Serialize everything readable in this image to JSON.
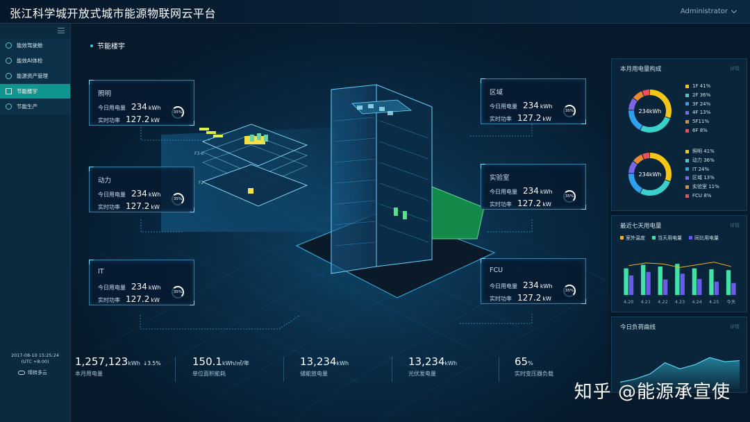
{
  "app_title": "张江科学城开放式城市能源物联网云平台",
  "user": "Administrator",
  "sidebar": {
    "items": [
      {
        "label": "能效驾驶舱",
        "active": false
      },
      {
        "label": "能效AI体检",
        "active": false
      },
      {
        "label": "能源资产管理",
        "active": false
      },
      {
        "label": "节能楼宇",
        "active": true
      },
      {
        "label": "节能生产",
        "active": false
      }
    ],
    "datetime": "2017-08-10  15:25:24",
    "timezone": "(UTC +8:00)",
    "weather": "晴转多云"
  },
  "section_title": "节能楼宇",
  "cards": {
    "label_today": "今日用电量",
    "label_power": "实时功率",
    "energy": "234",
    "energy_unit": "kWh",
    "power": "127.2",
    "power_unit": "kW",
    "ratio": "35%",
    "ratio_value": 0.35,
    "lighting": "照明",
    "power_sys": "动力",
    "it": "IT",
    "zone": "区域",
    "lab": "实验室",
    "fcu": "FCU"
  },
  "building_labels": {
    "f36": "F3-6",
    "f2": "F2"
  },
  "kpis": [
    {
      "value": "1,257,123",
      "unit": "kWh",
      "delta": "3.5%",
      "label": "本月用电量"
    },
    {
      "value": "150.1",
      "unit": "kWh/㎡/年",
      "label": "单位面积能耗"
    },
    {
      "value": "13,234",
      "unit": "kWh",
      "label": "储能放电量"
    },
    {
      "value": "13,234",
      "unit": "kWh",
      "label": "光伏发电量"
    },
    {
      "value": "65",
      "unit": "%",
      "label": "实时变压器负载"
    }
  ],
  "monthly_panel": {
    "title": "本月用电量构成",
    "more": "详情",
    "donut_center": "234kWh",
    "floors": [
      {
        "label": "1F 41%",
        "value": 41,
        "color": "#f5c518"
      },
      {
        "label": "2F 36%",
        "value": 36,
        "color": "#39d1c9"
      },
      {
        "label": "3F 24%",
        "value": 24,
        "color": "#2fa0f0"
      },
      {
        "label": "4F 13%",
        "value": 13,
        "color": "#7a66e8"
      },
      {
        "label": "5F11%",
        "value": 11,
        "color": "#e58a2e"
      },
      {
        "label": "6F 8%",
        "value": 8,
        "color": "#e8505b"
      }
    ],
    "systems": [
      {
        "label": "照明 41%",
        "value": 41,
        "color": "#f5c518"
      },
      {
        "label": "动力 36%",
        "value": 36,
        "color": "#39d1c9"
      },
      {
        "label": "IT 24%",
        "value": 24,
        "color": "#2fa0f0"
      },
      {
        "label": "区域 13%",
        "value": 13,
        "color": "#7a66e8"
      },
      {
        "label": "实验室 11%",
        "value": 11,
        "color": "#e58a2e"
      },
      {
        "label": "FCU 8%",
        "value": 8,
        "color": "#e8505b"
      }
    ]
  },
  "week_panel": {
    "title": "最近七天用电量",
    "more": "详情",
    "legend": [
      {
        "label": "室外温度",
        "color": "#f5b11a"
      },
      {
        "label": "当天用电量",
        "color": "#3fe3a6"
      },
      {
        "label": "同比用电量",
        "color": "#6a5ce8"
      }
    ]
  },
  "load_panel": {
    "title": "今日负荷曲线",
    "more": "详情"
  },
  "chart_data": [
    {
      "type": "bar",
      "categories": [
        "4.20",
        "4.21",
        "4.22",
        "4.23",
        "4.24",
        "4.25",
        "今天"
      ],
      "series": [
        {
          "name": "当天用电量",
          "values": [
            60,
            68,
            64,
            70,
            60,
            58,
            56
          ]
        },
        {
          "name": "同比用电量",
          "values": [
            44,
            52,
            35,
            48,
            36,
            30,
            27
          ]
        },
        {
          "name": "室外温度",
          "type": "line",
          "values": [
            66,
            72,
            70,
            62,
            68,
            74,
            64
          ]
        }
      ],
      "ylim": [
        0,
        100
      ]
    },
    {
      "type": "area",
      "x": [
        0,
        1,
        2,
        3,
        4,
        5,
        6,
        7,
        8
      ],
      "values": [
        14,
        20,
        30,
        52,
        40,
        48,
        62,
        54,
        56
      ],
      "ylim": [
        0,
        100
      ]
    }
  ],
  "watermark": "知乎 @能源承宣使"
}
